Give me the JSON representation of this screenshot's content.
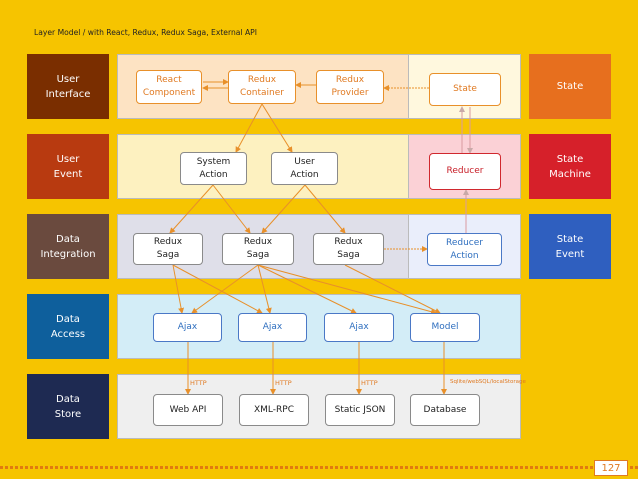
{
  "title": "Layer Model / with React, Redux, Redux Saga, External API",
  "colors": {
    "background": "#f6c400",
    "layer_ui": "#7a2e00",
    "layer_event": "#b83a10",
    "layer_integration": "#6a4a3e",
    "layer_access": "#0e5f9c",
    "layer_store": "#1e2a52",
    "state": "#e76f1e",
    "state_machine": "#d6202a",
    "state_event": "#2f5fbf",
    "band_ui": "#fde3c3",
    "band_event": "#fdf1c0",
    "band_integration": "#dfdfe9",
    "band_access": "#d3edf7",
    "band_store": "#efefef",
    "rband_ui": "#fff8de",
    "rband_event": "#fbd1d6",
    "rband_integration": "#eaeefb",
    "arrow": "#e8902a"
  },
  "layers": [
    {
      "label": "User\nInterface"
    },
    {
      "label": "User\nEvent"
    },
    {
      "label": "Data\nIntegration"
    },
    {
      "label": "Data\nAccess"
    },
    {
      "label": "Data\nStore"
    }
  ],
  "state_column": [
    {
      "label": "State"
    },
    {
      "label": "State\nMachine"
    },
    {
      "label": "State\nEvent"
    }
  ],
  "nodes": {
    "react_component": "React\nComponent",
    "redux_container": "Redux\nContainer",
    "redux_provider": "Redux\nProvider",
    "state": "State",
    "system_action": "System\nAction",
    "user_action": "User\nAction",
    "reducer": "Reducer",
    "saga1": "Redux\nSaga",
    "saga2": "Redux\nSaga",
    "saga3": "Redux\nSaga",
    "reducer_action": "Reducer\nAction",
    "ajax1": "Ajax",
    "ajax2": "Ajax",
    "ajax3": "Ajax",
    "model": "Model",
    "web_api": "Web API",
    "xml_rpc": "XML-RPC",
    "static_json": "Static JSON",
    "database": "Database"
  },
  "protocol_labels": {
    "http1": "HTTP",
    "http2": "HTTP",
    "http3": "HTTP",
    "storage": "Sqlite/webSQL/localStorage"
  },
  "page_number": "127"
}
